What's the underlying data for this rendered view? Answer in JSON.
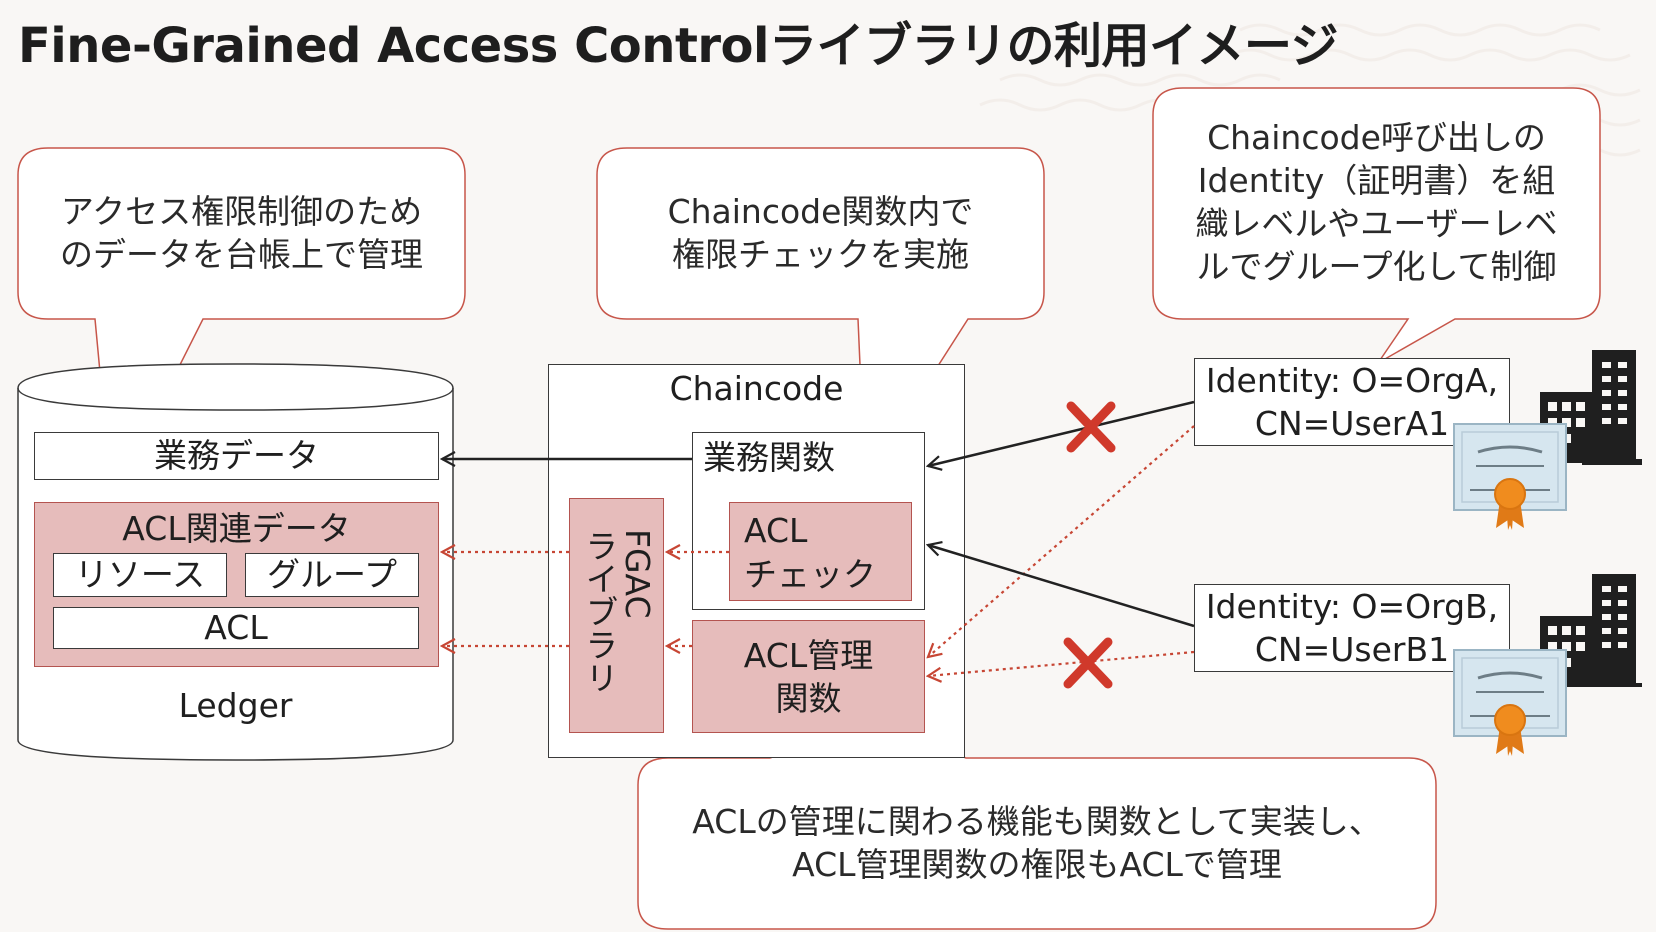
{
  "title": "Fine-Grained Access Controlライブラリの利用イメージ",
  "callouts": {
    "ledger_note": [
      "アクセス権限制御のため",
      "のデータを台帳上で管理"
    ],
    "chaincode_note": [
      "Chaincode関数内で",
      "権限チェックを実施"
    ],
    "identity_note": [
      "Chaincode呼び出しの",
      "Identity（証明書）を組",
      "織レベルやユーザーレベ",
      "ルでグループ化して制御"
    ],
    "acl_note": [
      "ACLの管理に関わる機能も関数として実装し、",
      "ACL管理関数の権限もACLで管理"
    ]
  },
  "ledger": {
    "label": "Ledger",
    "business_data": "業務データ",
    "acl_data": "ACL関連データ",
    "resource": "リソース",
    "group": "グループ",
    "acl": "ACL"
  },
  "chaincode": {
    "label": "Chaincode",
    "fgac_line1": "FGAC",
    "fgac_line2": "ライブラリ",
    "business_func": "業務関数",
    "acl_check_line1": "ACL",
    "acl_check_line2": "チェック",
    "acl_mgmt_line1": "ACL管理",
    "acl_mgmt_line2": "関数"
  },
  "identities": [
    {
      "line1": "Identity: O=OrgA,",
      "line2": "CN=UserA1"
    },
    {
      "line1": "Identity: O=OrgB,",
      "line2": "CN=UserB1"
    }
  ],
  "colors": {
    "accent": "#c74634",
    "pink_fill": "#e6bcbb",
    "callout_border": "#c7564a",
    "cert_blue": "#d6e6ef",
    "medal_orange": "#f08c1e"
  },
  "icons": [
    "building-icon",
    "certificate-icon",
    "deny-x-icon"
  ]
}
